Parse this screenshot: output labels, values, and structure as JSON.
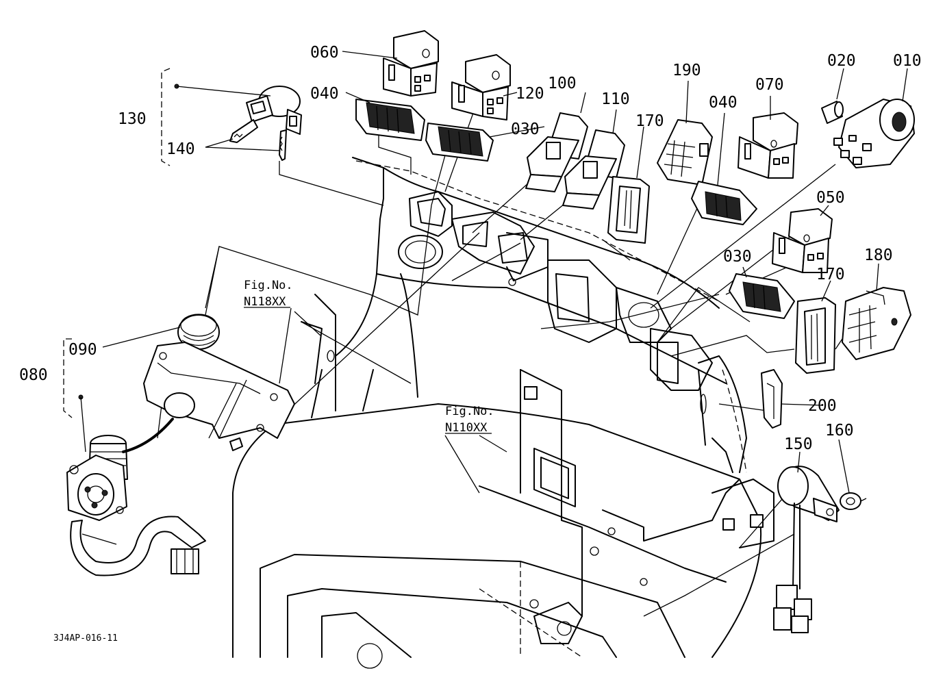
{
  "labels": {
    "p010": "010",
    "p020": "020",
    "p030a": "030",
    "p030b": "030",
    "p040a": "040",
    "p040b": "040",
    "p050": "050",
    "p060": "060",
    "p070": "070",
    "p080": "080",
    "p090": "090",
    "p100": "100",
    "p110": "110",
    "p120": "120",
    "p130": "130",
    "p140": "140",
    "p150": "150",
    "p160": "160",
    "p170a": "170",
    "p170b": "170",
    "p180": "180",
    "p190": "190",
    "p200": "200"
  },
  "refs": {
    "fig1_title": "Fig.No.",
    "fig1_code": "N118XX",
    "fig2_title": "Fig.No.",
    "fig2_code": "N110XX"
  },
  "drawing_code": "3J4AP-016-11"
}
